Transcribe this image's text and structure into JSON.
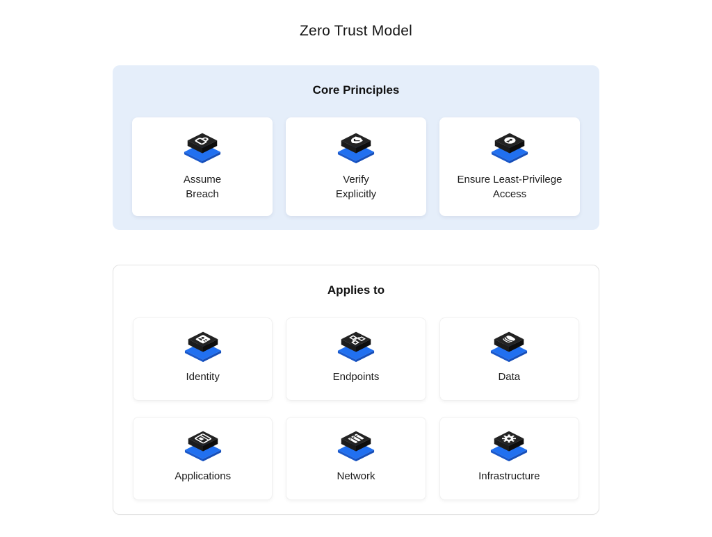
{
  "page": {
    "title": "Zero Trust Model",
    "colors": {
      "base_blue": "#2170f0",
      "base_blue_left_edge": "#1a58ca",
      "base_blue_right_edge": "#164eb8",
      "cube_top": "#232323",
      "cube_left_side": "#1b1b1b",
      "cube_right_side": "#0d0d0d",
      "glyph_white": "#ffffff",
      "highlight_section_bg": "#e5eefa"
    }
  },
  "sections": [
    {
      "id": "core-principles",
      "title": "Core Principles",
      "style": "highlight",
      "cards": [
        {
          "label_lines": [
            "Assume",
            "Breach"
          ],
          "icon": "unlock-icon"
        },
        {
          "label_lines": [
            "Verify",
            "Explicitly"
          ],
          "icon": "shield-check-icon"
        },
        {
          "label_lines": [
            "Ensure Least-Privilege",
            "Access"
          ],
          "icon": "keyhole-icon"
        }
      ]
    },
    {
      "id": "applies-to",
      "title": "Applies to",
      "style": "plain",
      "cards": [
        {
          "label_lines": [
            "Identity"
          ],
          "icon": "id-badge-icon"
        },
        {
          "label_lines": [
            "Endpoints"
          ],
          "icon": "nodes-icon"
        },
        {
          "label_lines": [
            "Data"
          ],
          "icon": "database-icon"
        },
        {
          "label_lines": [
            "Applications"
          ],
          "icon": "app-window-icon"
        },
        {
          "label_lines": [
            "Network"
          ],
          "icon": "network-stack-icon"
        },
        {
          "label_lines": [
            "Infrastructure"
          ],
          "icon": "gear-icon"
        }
      ]
    }
  ]
}
